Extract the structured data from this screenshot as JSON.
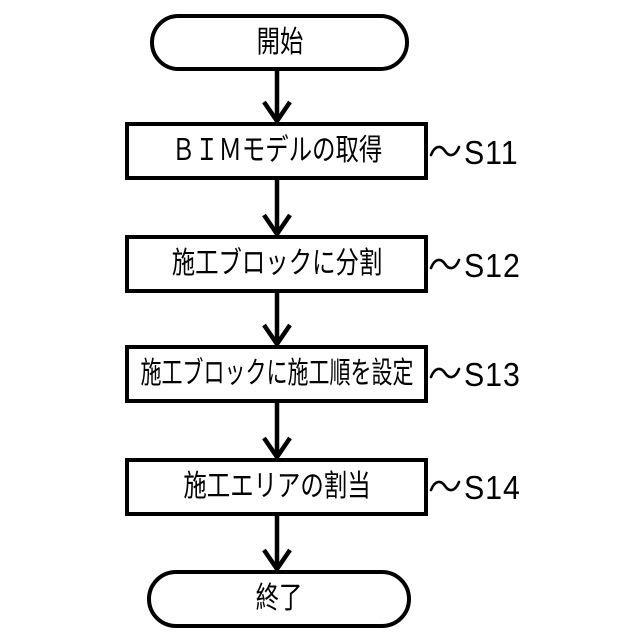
{
  "flowchart": {
    "title": "construction-planning-flowchart",
    "start": {
      "label": "開始"
    },
    "end": {
      "label": "終了"
    },
    "steps": [
      {
        "label": "ＢＩＭモデルの取得",
        "tag": "S11"
      },
      {
        "label": "施工ブロックに分割",
        "tag": "S12"
      },
      {
        "label": "施工ブロックに施工順を設定",
        "tag": "S13"
      },
      {
        "label": "施工エリアの割当",
        "tag": "S14"
      }
    ],
    "colors": {
      "line": "#000000",
      "text": "#000000",
      "background": "#ffffff"
    }
  }
}
